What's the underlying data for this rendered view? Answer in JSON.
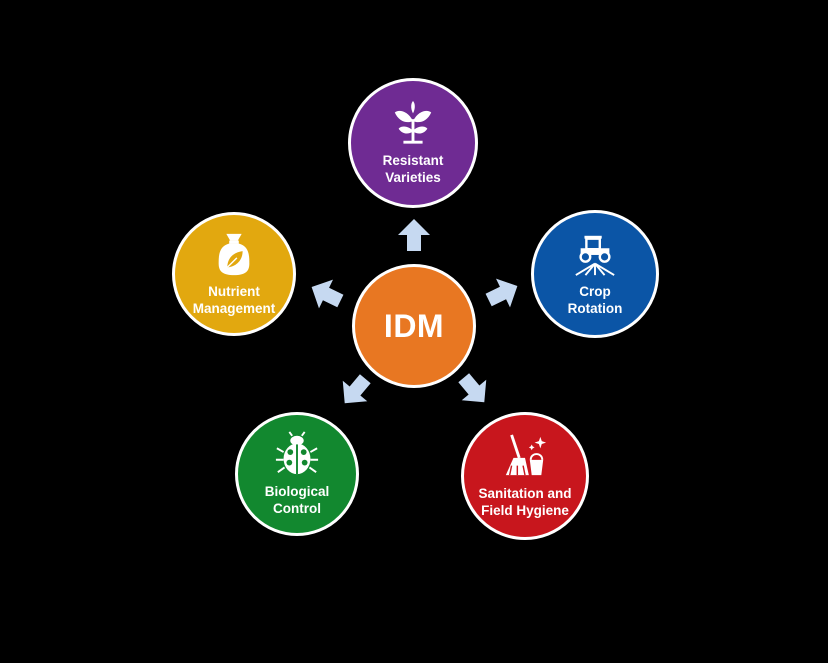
{
  "center": {
    "label": "IDM",
    "color": "#e87722"
  },
  "nodes": [
    {
      "id": "resistant-varieties",
      "label": "Resistant\nVarieties",
      "color": "#6f2b93",
      "icon": "plant-seedling-icon"
    },
    {
      "id": "crop-rotation",
      "label": "Crop\nRotation",
      "color": "#0b55a6",
      "icon": "tractor-icon"
    },
    {
      "id": "sanitation-field-hygiene",
      "label": "Sanitation and\nField Hygiene",
      "color": "#c8161d",
      "icon": "broom-bucket-icon"
    },
    {
      "id": "biological-control",
      "label": "Biological\nControl",
      "color": "#12882f",
      "icon": "ladybug-icon"
    },
    {
      "id": "nutrient-management",
      "label": "Nutrient\nManagement",
      "color": "#e2a80f",
      "icon": "fertilizer-bag-icon"
    }
  ],
  "arrow_color": "#c6d9f1"
}
